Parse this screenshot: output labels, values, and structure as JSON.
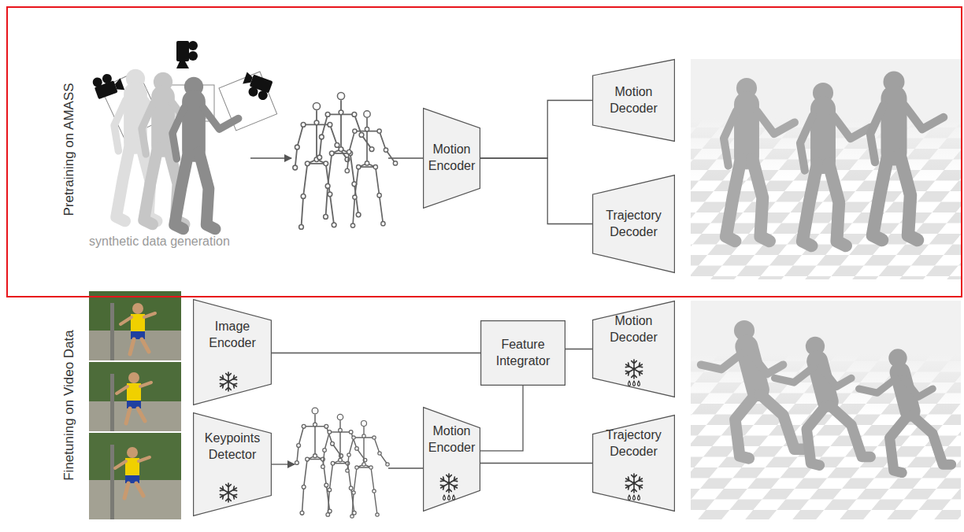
{
  "diagram": {
    "nodes": [
      {
        "text": [
          "Pretraining on AMASS"
        ]
      },
      {
        "text": [
          "Motion Encoder"
        ],
        "in": 0
      },
      {
        "text": [
          "Motion Decoder"
        ],
        "in": 0
      },
      {
        "text": [
          "Trajectory Decoder"
        ],
        "in": 0
      },
      {
        "text": [
          "Image Encoder"
        ]
      },
      {
        "text": [
          "Keypoints Detector"
        ]
      },
      {
        "text": [
          "Feature Integrator"
        ]
      },
      {
        "text": [
          "Motion Encoder"
        ]
      },
      {
        "text": [
          "Motion Decoder"
        ]
      },
      {
        "text": [
          "Trajectory Decoder"
        ]
      }
    ],
    "edges": [
      {
        "from": 1,
        "to": 2,
        "arrow": "none"
      },
      {
        "from": 1,
        "to": 3,
        "arrow": "none"
      },
      {
        "from": 4,
        "to": 6,
        "arrow": "none"
      },
      {
        "from": 7,
        "to": 6,
        "arrow": "none"
      },
      {
        "from": 6,
        "to": 8,
        "arrow": "none"
      },
      {
        "from": 7,
        "to": 9,
        "arrow": "none"
      }
    ],
    "labels": [
      "synthetic data generation",
      "Finetuning on Video Data"
    ]
  }
}
